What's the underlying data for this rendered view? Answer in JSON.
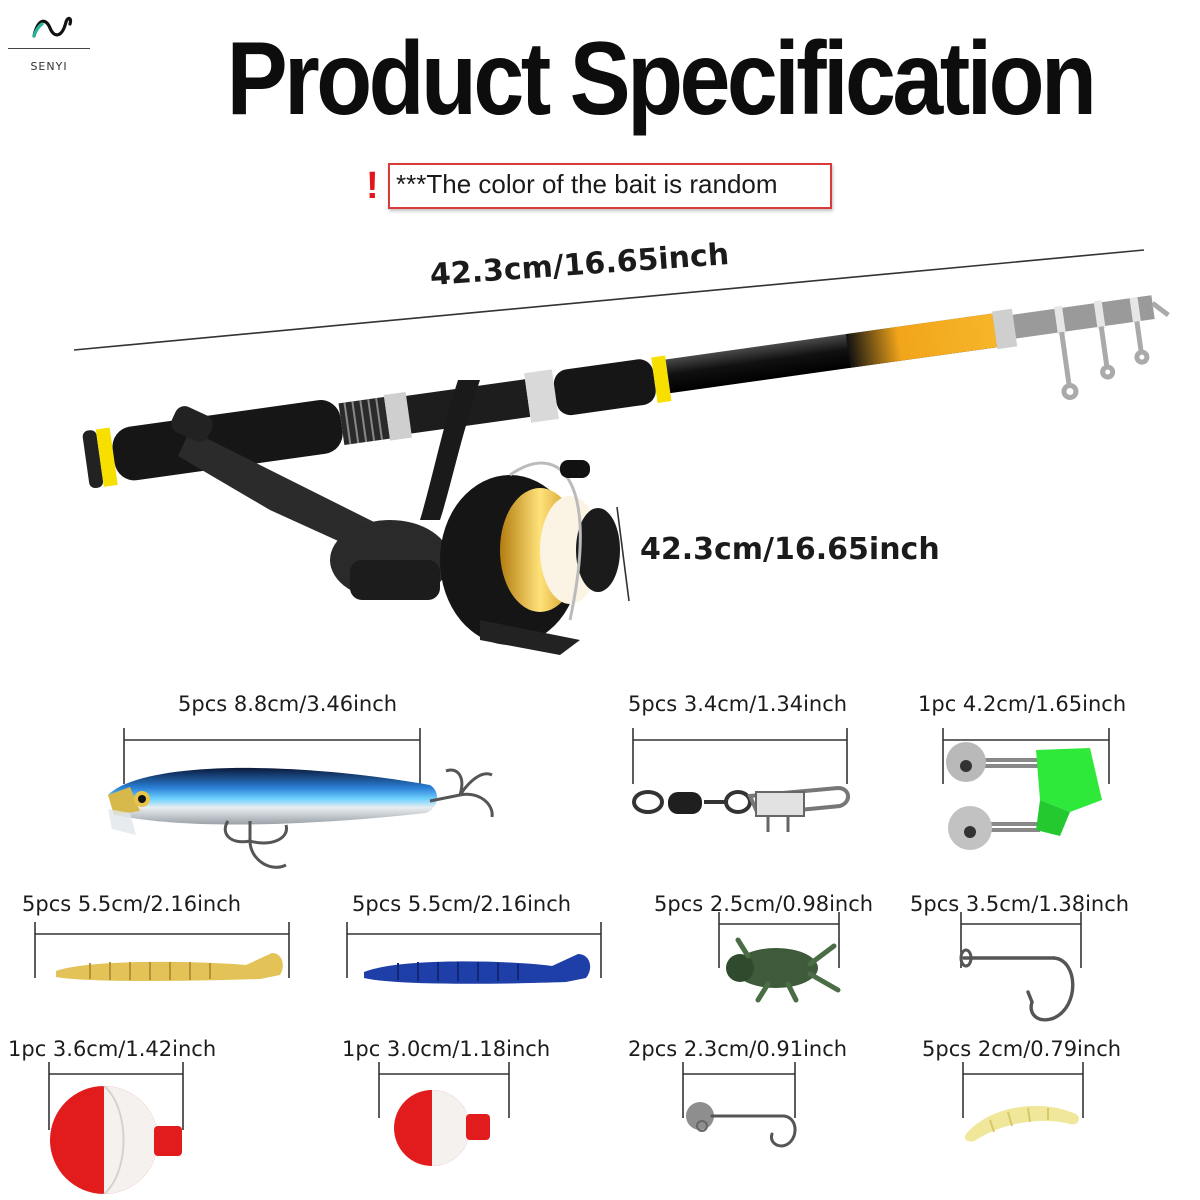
{
  "brand": {
    "name": "SENYI"
  },
  "title": "Product Specification",
  "notice": {
    "mark": "!",
    "text": "***The color of the bait is random"
  },
  "rod": {
    "length_label": "42.3cm/16.65inch"
  },
  "reel": {
    "length_label": "42.3cm/16.65inch"
  },
  "items": [
    {
      "id": "minnow-lure",
      "label": "5pcs 8.8cm/3.46inch"
    },
    {
      "id": "swivel-snap",
      "label": "5pcs 3.4cm/1.34inch"
    },
    {
      "id": "bite-alarm-bells",
      "label": "1pc  4.2cm/1.65inch"
    },
    {
      "id": "yellow-paddle-tail",
      "label": "5pcs  5.5cm/2.16inch"
    },
    {
      "id": "blue-paddle-tail",
      "label": "5pcs  5.5cm/2.16inch"
    },
    {
      "id": "soft-cricket",
      "label": "5pcs 2.5cm/0.98inch"
    },
    {
      "id": "fish-hook",
      "label": "5pcs 3.5cm/1.38inch"
    },
    {
      "id": "large-float",
      "label": "1pc 3.6cm/1.42inch"
    },
    {
      "id": "small-float",
      "label": "1pc 3.0cm/1.18inch"
    },
    {
      "id": "jig-head",
      "label": "2pcs 2.3cm/0.91inch"
    },
    {
      "id": "soft-grub",
      "label": "5pcs 2cm/0.79inch"
    }
  ],
  "colors": {
    "notice_border": "#d93a3a",
    "notice_mark": "#e3161b",
    "rod_tip_gold": "#f2a51a",
    "float_red": "#e21c1c",
    "alarm_green": "#2ee83a"
  }
}
